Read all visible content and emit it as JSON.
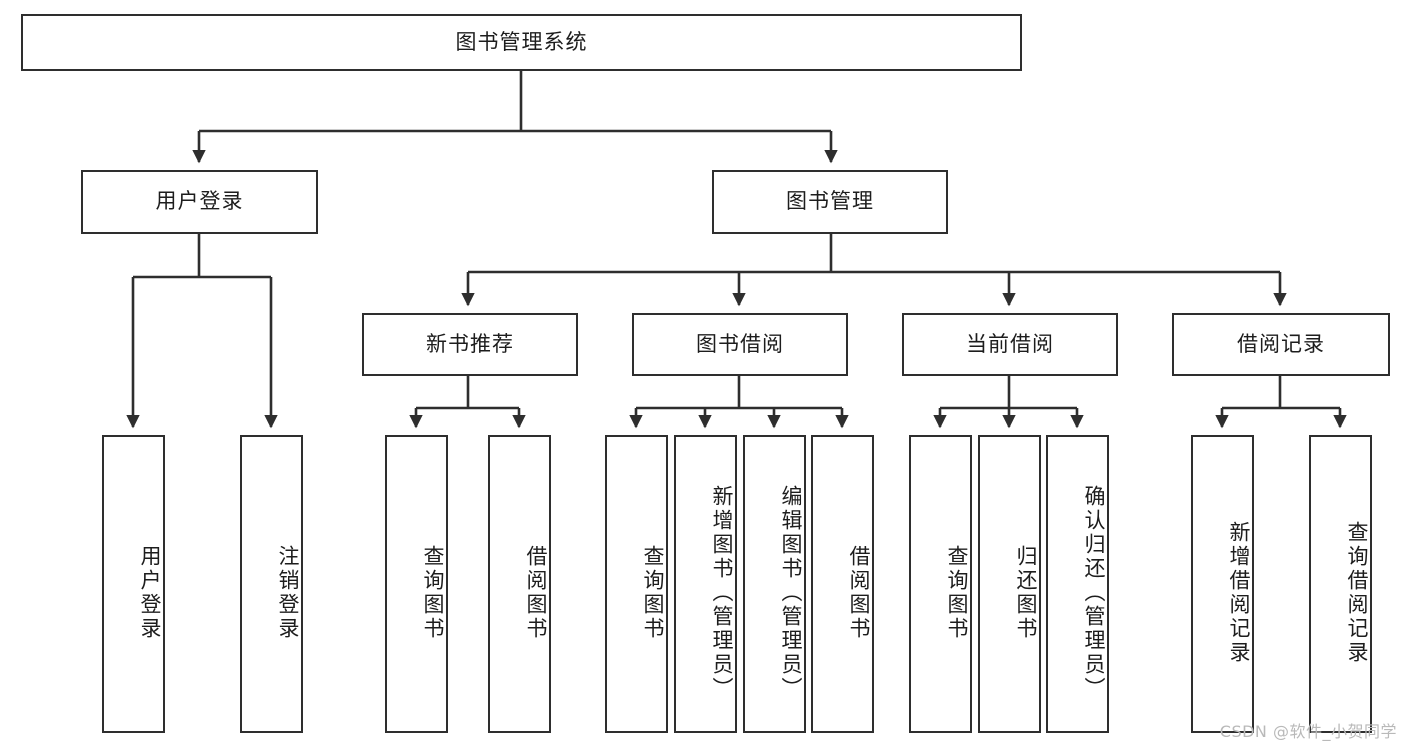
{
  "diagram": {
    "title": "图书管理系统",
    "type": "tree",
    "levels": 4,
    "root": {
      "id": "root",
      "label": "图书管理系统"
    },
    "level2": [
      {
        "id": "user-login",
        "label": "用户登录"
      },
      {
        "id": "book-manage",
        "label": "图书管理"
      }
    ],
    "level3": [
      {
        "id": "new-book-recommend",
        "label": "新书推荐",
        "parent": "book-manage"
      },
      {
        "id": "book-borrow",
        "label": "图书借阅",
        "parent": "book-manage"
      },
      {
        "id": "current-borrow",
        "label": "当前借阅",
        "parent": "book-manage"
      },
      {
        "id": "borrow-record",
        "label": "借阅记录",
        "parent": "book-manage"
      }
    ],
    "leaves": {
      "user-login": [
        {
          "id": "leaf-user-login",
          "label": "用户登录"
        },
        {
          "id": "leaf-user-logout",
          "label": "注销登录"
        }
      ],
      "new-book-recommend": [
        {
          "id": "leaf-query-book-1",
          "label": "查询图书"
        },
        {
          "id": "leaf-borrow-book-1",
          "label": "借阅图书"
        }
      ],
      "book-borrow": [
        {
          "id": "leaf-query-book-2",
          "label": "查询图书"
        },
        {
          "id": "leaf-add-book",
          "label": "新增图书（管理员）"
        },
        {
          "id": "leaf-edit-book",
          "label": "编辑图书（管理员）"
        },
        {
          "id": "leaf-borrow-book-2",
          "label": "借阅图书"
        }
      ],
      "current-borrow": [
        {
          "id": "leaf-query-book-3",
          "label": "查询图书"
        },
        {
          "id": "leaf-return-book",
          "label": "归还图书"
        },
        {
          "id": "leaf-confirm-return",
          "label": "确认归还（管理员）"
        }
      ],
      "borrow-record": [
        {
          "id": "leaf-add-record",
          "label": "新增借阅记录"
        },
        {
          "id": "leaf-query-record",
          "label": "查询借阅记录"
        }
      ]
    }
  },
  "watermark": {
    "text": "CSDN @软件_小贺同学"
  },
  "colors": {
    "stroke": "#2e2e2e",
    "background": "#ffffff",
    "text": "#1d1d1d",
    "watermark": "#b9b9b9"
  }
}
